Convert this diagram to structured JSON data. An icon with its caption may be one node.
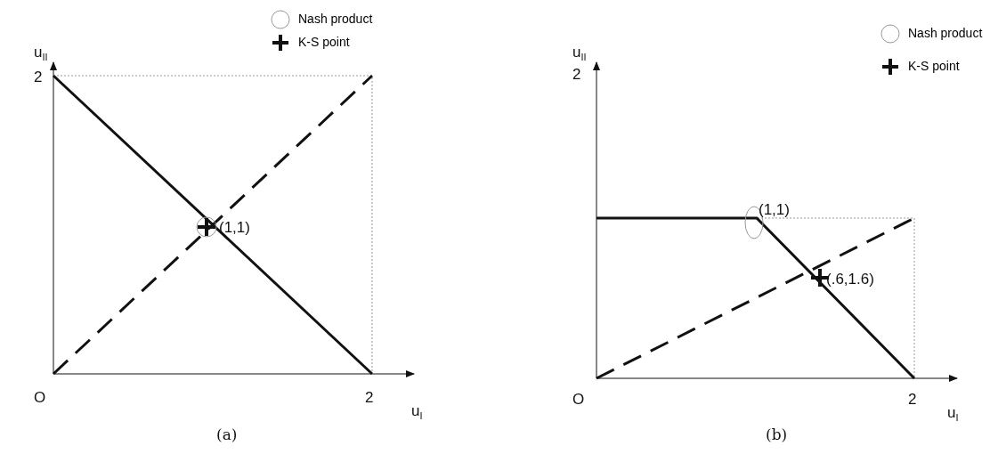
{
  "diagram": {
    "labels": [
      "u$_{II}$",
      "2",
      "(1,1)",
      "O",
      "2",
      "u$_{I}$",
      "(a)",
      "u$_{II}$",
      "2",
      "(1,1)",
      "(.6,1.6)",
      "O",
      "2",
      "u$_{I}$",
      "(b)"
    ],
    "legend": [
      {
        "text": "Nash product"
      },
      {
        "text": "K-S point"
      },
      {
        "text": "Nash product"
      },
      {
        "text": "K-S point"
      }
    ]
  }
}
